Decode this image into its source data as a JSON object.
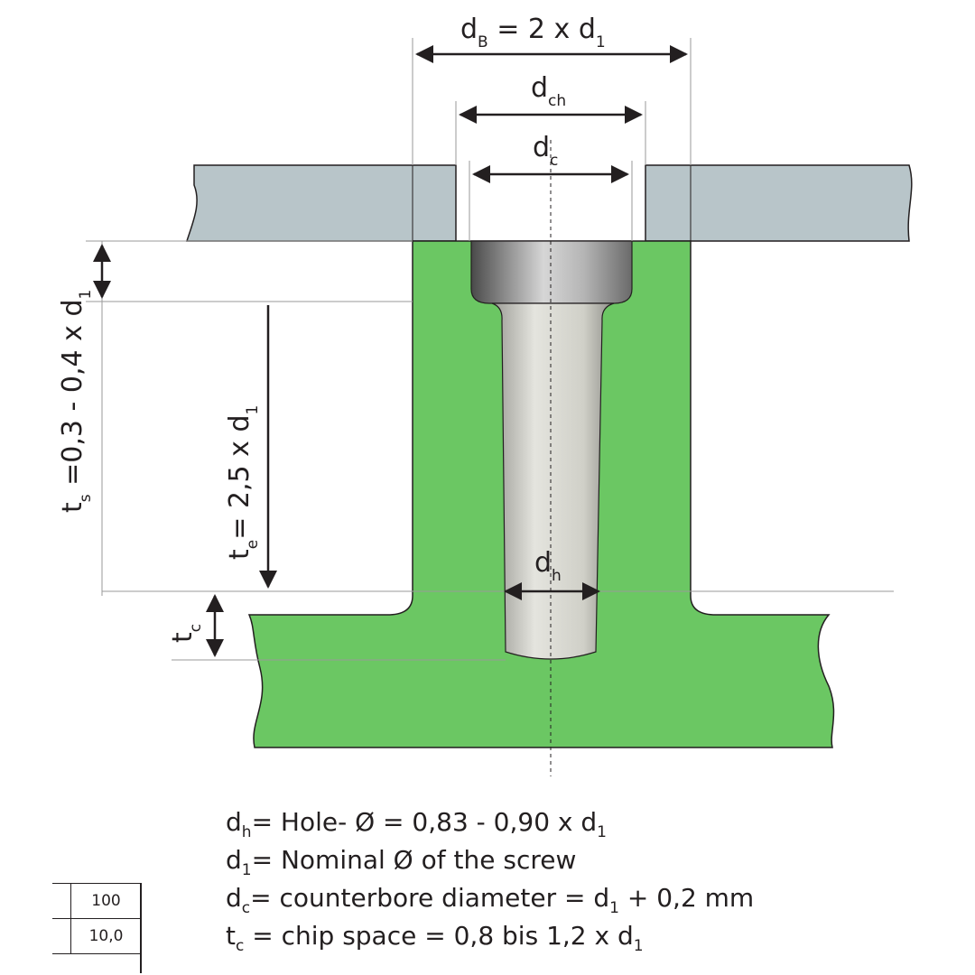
{
  "labels": {
    "dB": {
      "main": "d",
      "sub": "B",
      "rest": " = 2 x d",
      "rest_sub": "1"
    },
    "dch": {
      "main": "d",
      "sub": "ch"
    },
    "dc": {
      "main": "d",
      "sub": "c"
    },
    "dh": {
      "main": "d",
      "sub": "h"
    },
    "ts": {
      "main": "t",
      "sub": "s",
      "rest": " =0,3 - 0,4 x d",
      "rest_sub": "1"
    },
    "te": {
      "main": "t",
      "sub": "e",
      "rest": "= 2,5 x d",
      "rest_sub": "1"
    },
    "tc": {
      "main": "t",
      "sub": "c"
    }
  },
  "legend": [
    {
      "sym": "d",
      "sub": "h",
      "text": "= Hole- Ø = 0,83 - 0,90 x d",
      "end_sub": "1"
    },
    {
      "sym": "d",
      "sub": "1",
      "text": "= Nominal Ø of the screw",
      "end_sub": ""
    },
    {
      "sym": "d",
      "sub": "c",
      "text": "= counterbore diameter = d",
      "end_sub": "1",
      "after": " + 0,2 mm"
    },
    {
      "sym": "t",
      "sub": "c",
      "text": " = chip space = 0,8 bis 1,2 x d",
      "end_sub": "1"
    }
  ],
  "scale_table": [
    "100",
    "10,0"
  ],
  "colors": {
    "plate": "#b8c5c9",
    "part": "#6bc763",
    "outline": "#231f20",
    "guide": "#9a9a9a"
  }
}
